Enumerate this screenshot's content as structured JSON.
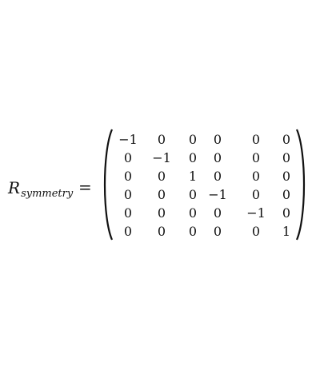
{
  "lhs_symbol": "R",
  "lhs_subscript": "symmetry",
  "equals": "=",
  "matrix": [
    [
      "−1",
      "0",
      "0",
      "0",
      "0",
      "0"
    ],
    [
      "0",
      "−1",
      "0",
      "0",
      "0",
      "0"
    ],
    [
      "0",
      "0",
      "1",
      "0",
      "0",
      "0"
    ],
    [
      "0",
      "0",
      "0",
      "−1",
      "0",
      "0"
    ],
    [
      "0",
      "0",
      "0",
      "0",
      "−1",
      "0"
    ],
    [
      "0",
      "0",
      "0",
      "0",
      "0",
      "1"
    ]
  ]
}
